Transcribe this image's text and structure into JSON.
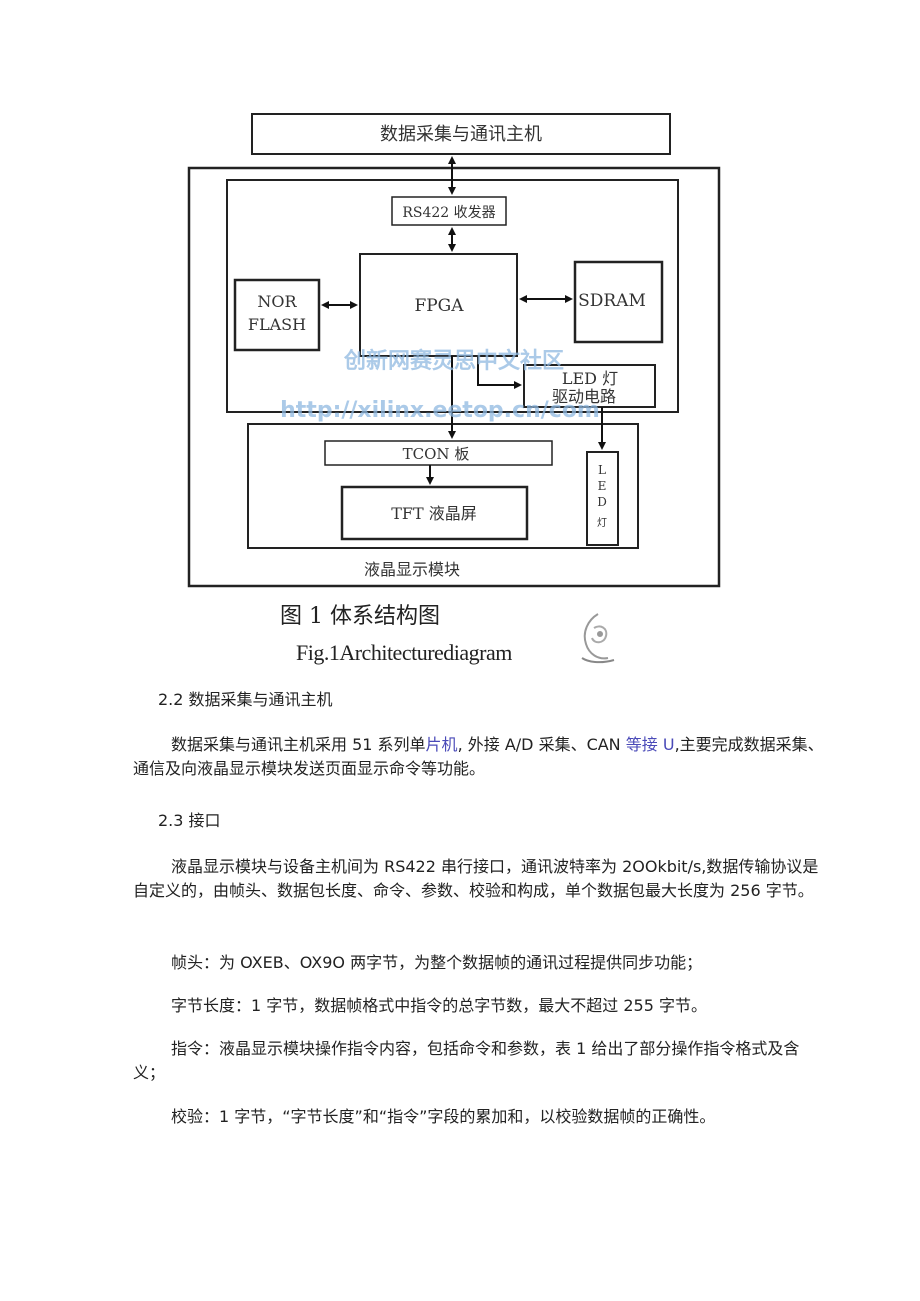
{
  "figure": {
    "host": "数据采集与通讯主机",
    "rs422": "RS422 收发器",
    "fpga": "FPGA",
    "nor_line1": "NOR",
    "nor_line2": "FLASH",
    "sdram": "SDRAM",
    "led_drv_line1": "LED 灯",
    "led_drv_line2": "驱动电路",
    "tcon": "TCON 板",
    "tft": "TFT 液晶屏",
    "led_v1": "L",
    "led_v2": "E",
    "led_v3": "D",
    "led_v4": "灯",
    "lcd_module": "液晶显示模块",
    "watermark_line1": "创新网赛灵思中文社区",
    "watermark_line2": "http://xilinx.eetop.cn/com"
  },
  "caption_cn": "图 1 体系结构图",
  "caption_en": "Fig.1Architecturediagram",
  "section_22": {
    "heading": "2.2 数据采集与通讯主机",
    "p1_a": "数据采集与通讯主机采用 51 系列单",
    "p1_link1": "片机",
    "p1_b": ", 外接 A/D 采集、CAN ",
    "p1_link2": "等接 U",
    "p1_c": ",主要完成数据采集、通信及向液晶显示模块发送页面显示命令等功能。"
  },
  "section_23": {
    "heading": "2.3 接口",
    "p1": "液晶显示模块与设备主机间为 RS422 串行接口，通讯波特率为 2OOkbit/s,数据传输协议是自定义的，由帧头、数据包长度、命令、参数、校验和构成，单个数据包最大长度为 256 字节。",
    "p2": "帧头：为 OXEB、OX9O 两字节，为整个数据帧的通讯过程提供同步功能；",
    "p3": "字节长度：1 字节，数据帧格式中指令的总字节数，最大不超过 255 字节。",
    "p4": "指令：液晶显示模块操作指令内容，包括命令和参数，表 1 给出了部分操作指令格式及含义；",
    "p5": "校验：1 字节，“字节长度”和“指令”字段的累加和，以校验数据帧的正确性。"
  }
}
